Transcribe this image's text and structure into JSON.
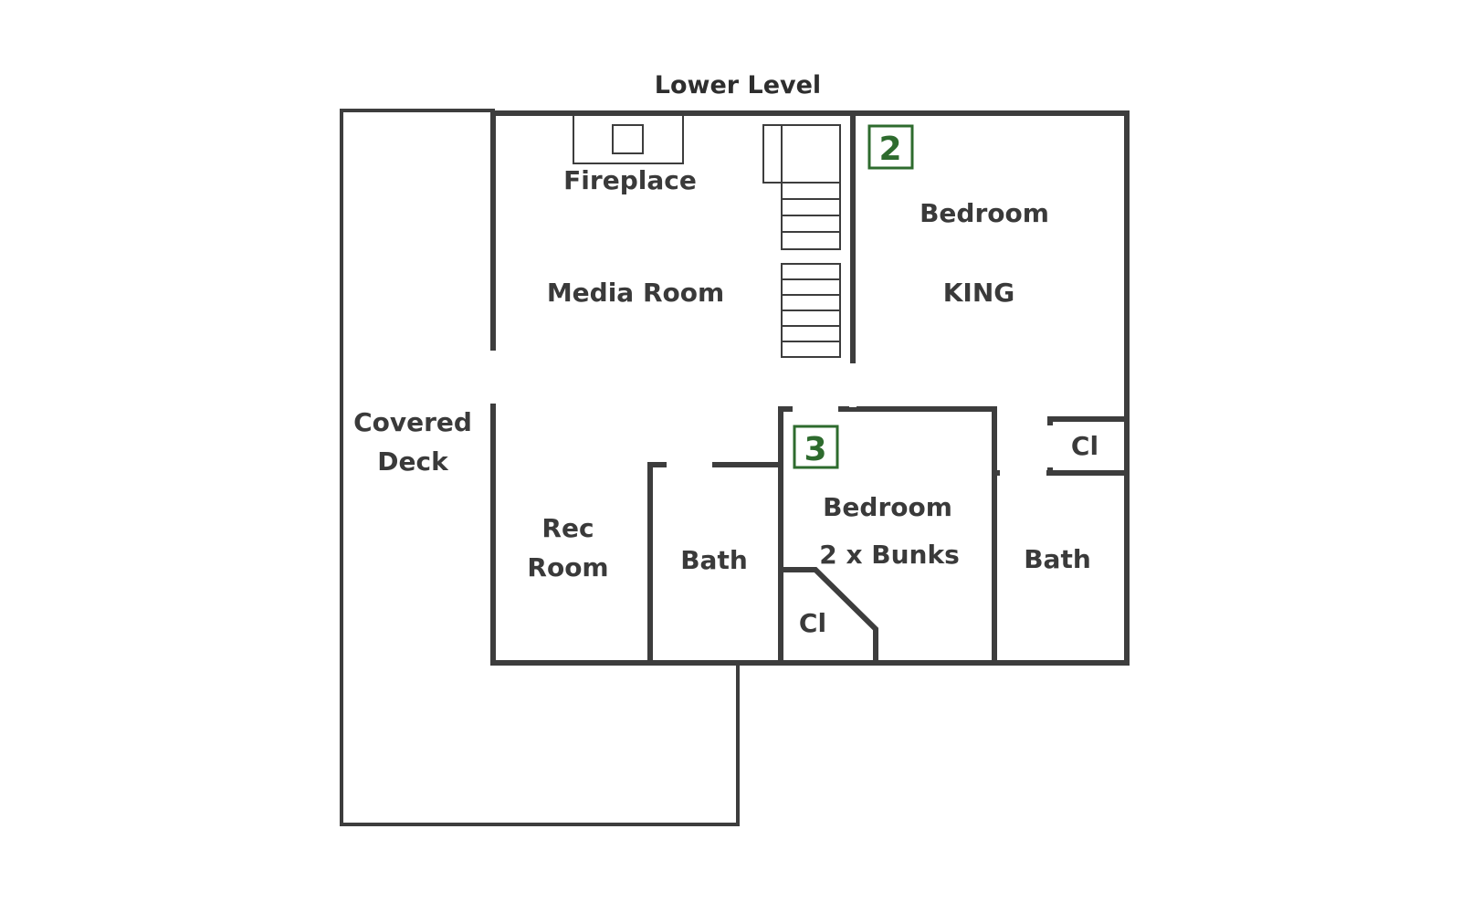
{
  "title": "Lower Level",
  "rooms": {
    "fireplace": "Fireplace",
    "media_room": "Media Room",
    "bedroom_king": {
      "name": "Bedroom",
      "bed": "KING"
    },
    "covered_deck": {
      "line1": "Covered",
      "line2": "Deck"
    },
    "rec_room": {
      "line1": "Rec",
      "line2": "Room"
    },
    "bath_left": "Bath",
    "bedroom_bunks": {
      "name": "Bedroom",
      "bed": "2 x Bunks"
    },
    "closet_bunks": "Cl",
    "closet_right": "Cl",
    "bath_right": "Bath"
  },
  "badges": {
    "bedroom_king": "2",
    "bedroom_bunks": "3"
  },
  "colors": {
    "wall": "#3d3d3d",
    "badge": "#2e6b2e",
    "text": "#3a3a3a"
  }
}
